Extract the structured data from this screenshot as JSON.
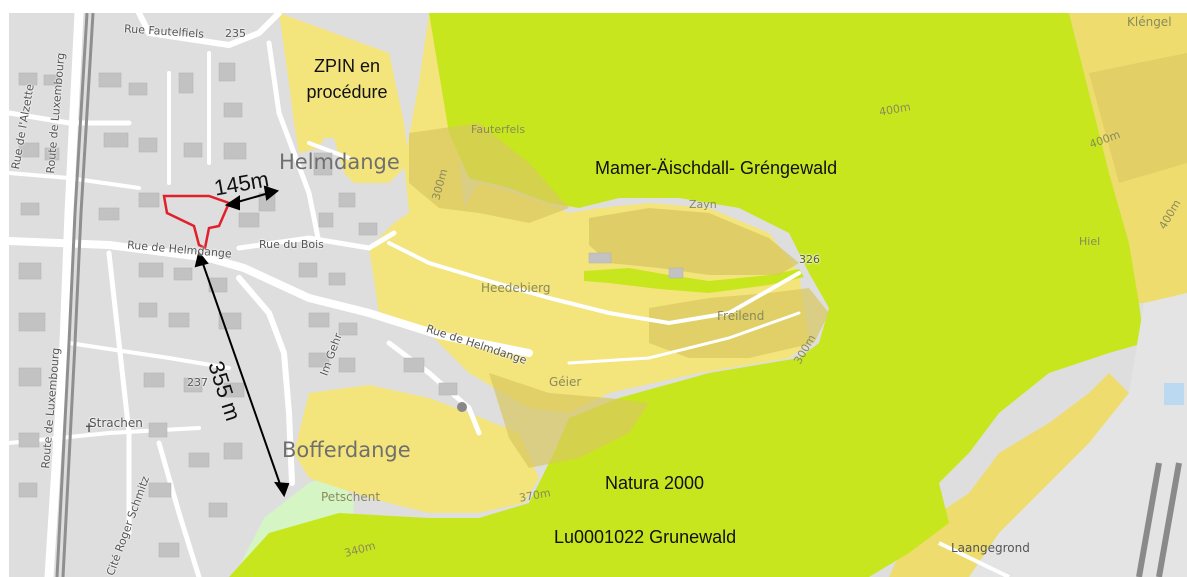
{
  "annotations": {
    "zpin_line1": "ZPIN en",
    "zpin_line2": "procédure",
    "zone_mamer": "Mamer-Äischdall- Gréngewald",
    "natura_line1": "Natura 2000",
    "natura_line2": "Lu0001022 Grunewald",
    "dist_145": "145m",
    "dist_355": "355 m"
  },
  "places": {
    "helmdange": "Helmdange",
    "bofferdange": "Bofferdange",
    "klengel": "Kléngel",
    "fauterfels": "Fauterfels",
    "heedebierg": "Heedebierg",
    "freilend": "Freilend",
    "geier": "Géier",
    "petschent": "Petschent",
    "hiel": "Hiel",
    "laangegrond": "Laangegrond",
    "strachen": "Strachen",
    "zayn": "Zayn"
  },
  "streets": {
    "fautelfiels": "Rue Fautelfiels",
    "du_bois": "Rue du Bois",
    "de_helmdange_1": "Rue de Helmdange",
    "de_helmdange_2": "Rue de Helmdange",
    "im_gehr": "Im Gehr",
    "route_lux_1": "Route de Luxembourg",
    "route_lux_2": "Route de Luxembourg",
    "alzette": "Rue de l'Alzette",
    "roger_schmitz": "Cité Roger Schmitz"
  },
  "elevations": {
    "e235": "235",
    "e237": "237",
    "e326": "326",
    "c400_1": "400m",
    "c400_2": "400m",
    "c400_3": "400m",
    "c300_1": "300m",
    "c300_2": "300m",
    "c300_3": "340m",
    "c300_4": "370m"
  },
  "colors": {
    "urban_bg": "#dedede",
    "building": "#c3c3c3",
    "road": "#ffffff",
    "natura_green": "#c8e61e",
    "zpin_yellow": "#f2e27a",
    "protected_tan": "#e0d06a",
    "light_green": "#d4f5c0",
    "plot_outline": "#e0202a",
    "water_blue": "#bcd9f2"
  }
}
